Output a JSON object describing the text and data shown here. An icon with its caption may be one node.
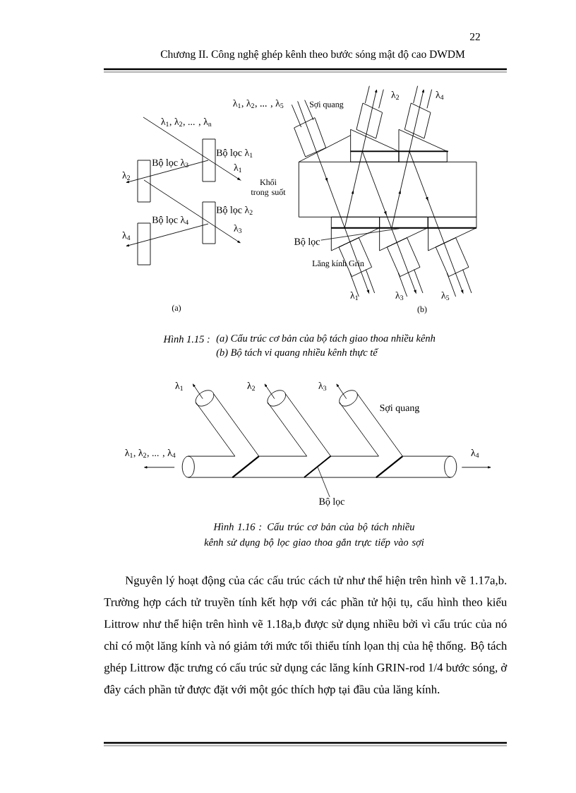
{
  "diagram": {
    "nodes": [
      {
        "text": [],
        "shape": "bar"
      },
      {
        "text": [
          "Bộ lọc"
        ]
      },
      {
        "text": [],
        "shape": "bar"
      },
      {
        "text": [
          "Bộ lọc"
        ]
      }
    ],
    "edges": [
      {
        "from": 1,
        "to": 0,
        "arrow": "none"
      },
      {
        "from": 3,
        "to": 2,
        "arrow": "none"
      }
    ],
    "labels": [
      "22",
      "Chương II. Công nghệ ghép kênh theo bước sóng mật độ cao DWDM",
      "λ$_{1}$, λ$_{2}$, ... , λ$_{n}$",
      "Bộ lọc λ$_{1}$",
      "Bộ lọc λ$_{3}$",
      "λ$_{1}$",
      "λ$_{2}$",
      "Bộ lọc λ$_{2}$",
      "Bộ lọc λ$_{4}$",
      "λ$_{3}$",
      "λ$_{4}$",
      "(a)",
      "λ$_{1}$, λ$_{2}$, ... , λ$_{5}$",
      "Sợi quang",
      "λ$_{2}$",
      "λ$_{4}$",
      "Khối trong suốt",
      "Lăng kính Grin",
      "λ$_{1}$",
      "λ$_{3}$",
      "λ$_{5}$",
      "(b)",
      "Hình 1.15 :",
      "(a) Cấu trúc cơ bản của bộ tách giao thoa nhiều kênh",
      "(b) Bộ tách vi quang nhiều kênh thực tế",
      "λ$_{1}$",
      "λ$_{2}$",
      "λ$_{3}$",
      "Sợi quang",
      "λ$_{1}$, λ$_{2}$, ... , λ$_{4}$",
      "λ$_{4}$",
      "Hình 1.16 : Cấu trúc cơ bản của bộ tách nhiều kênh sử dụng bộ lọc giao thoa gắn trực tiếp vào sợi",
      "Nguyên lý hoạt động của các cấu trúc cách tử như thể hiện trên hình vẽ 1.17a,b. Trường hợp cách tử truyền tính kết hợp với các phần tử hội tụ, cấu hình theo kiểu Littrow như thể hiện trên hình vẽ 1.18a,b được sử dụng nhiều bởi vì cấu trúc của nó chỉ có một lăng kính và nó giảm tới mức tối thiểu tính lọan thị của hệ thống. Bộ tách ghép Littrow đặc trưng có cấu trúc sử dụng các lăng kính GRIN-rod 1/4 bước sóng, ở đây cách phần tử được đặt với một góc thích hợp tại đầu của lăng kính."
    ]
  }
}
